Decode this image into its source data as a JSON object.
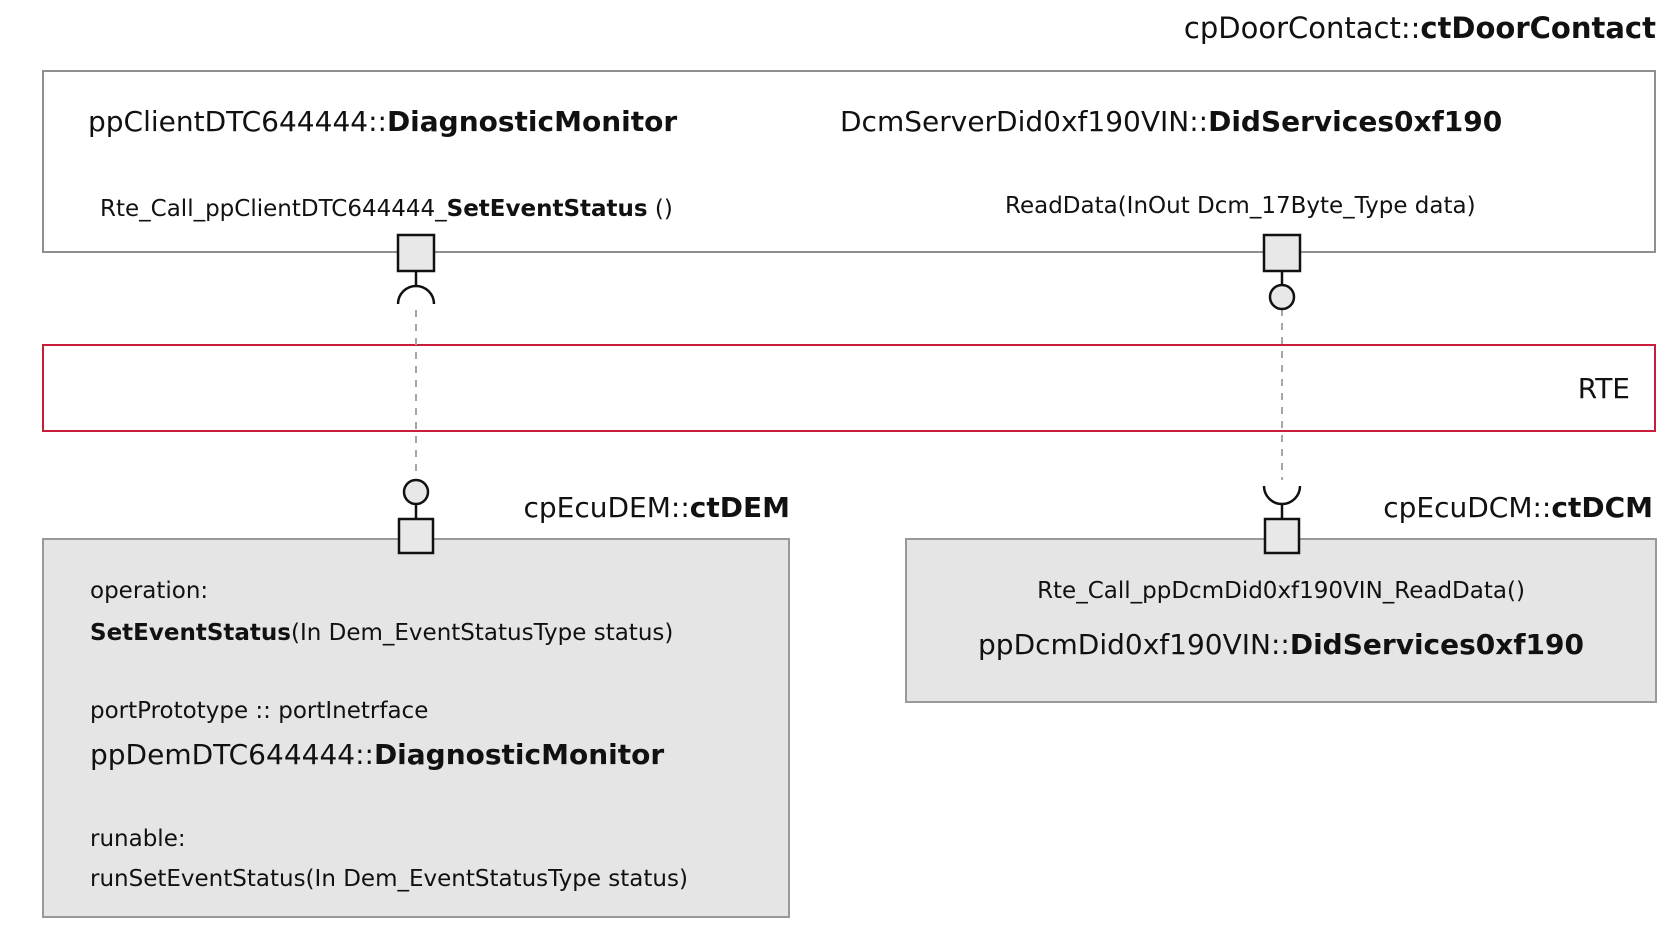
{
  "diagram_title": {
    "prefix": "cpDoorContact::",
    "name": "ctDoorContact"
  },
  "door_contact_component": {
    "client_port_label": {
      "prefix": "ppClientDTC644444::",
      "name": "DiagnosticMonitor"
    },
    "client_operation": {
      "prefix": "Rte_Call_ppClientDTC644444_",
      "name": "SetEventStatus",
      "suffix": " ()"
    },
    "server_port_label": {
      "prefix": "DcmServerDid0xf190VIN::",
      "name": "DidServices0xf190"
    },
    "server_operation": "ReadData(InOut Dcm_17Byte_Type data)"
  },
  "rte_layer": {
    "label": "RTE"
  },
  "dem_component": {
    "title": {
      "prefix": "cpEcuDEM::",
      "name": "ctDEM"
    },
    "operation_heading": "operation:",
    "operation": {
      "name": "SetEventStatus",
      "suffix": "(In Dem_EventStatusType status)"
    },
    "port_heading": "portPrototype :: portInetrface",
    "port": {
      "prefix": "ppDemDTC644444::",
      "name": "DiagnosticMonitor"
    },
    "runnable_heading": "runable:",
    "runnable": "runSetEventStatus(In Dem_EventStatusType status)"
  },
  "dcm_component": {
    "title": {
      "prefix": "cpEcuDCM::",
      "name": "ctDCM"
    },
    "rte_call": "Rte_Call_ppDcmDid0xf190VIN_ReadData()",
    "port": {
      "prefix": "ppDcmDid0xf190VIN::",
      "name": "DidServices0xf190"
    }
  },
  "icons": {
    "port_square": "autosar-port-square",
    "ball": "provided-interface-ball",
    "socket": "required-interface-socket"
  },
  "colors": {
    "rte_border": "#c81e3c",
    "box_border": "#8f8f8f",
    "component_fill": "#e5e5e5",
    "port_fill": "#e8e8e8",
    "connector_dash": "#a6a6a6",
    "text": "#111111"
  }
}
